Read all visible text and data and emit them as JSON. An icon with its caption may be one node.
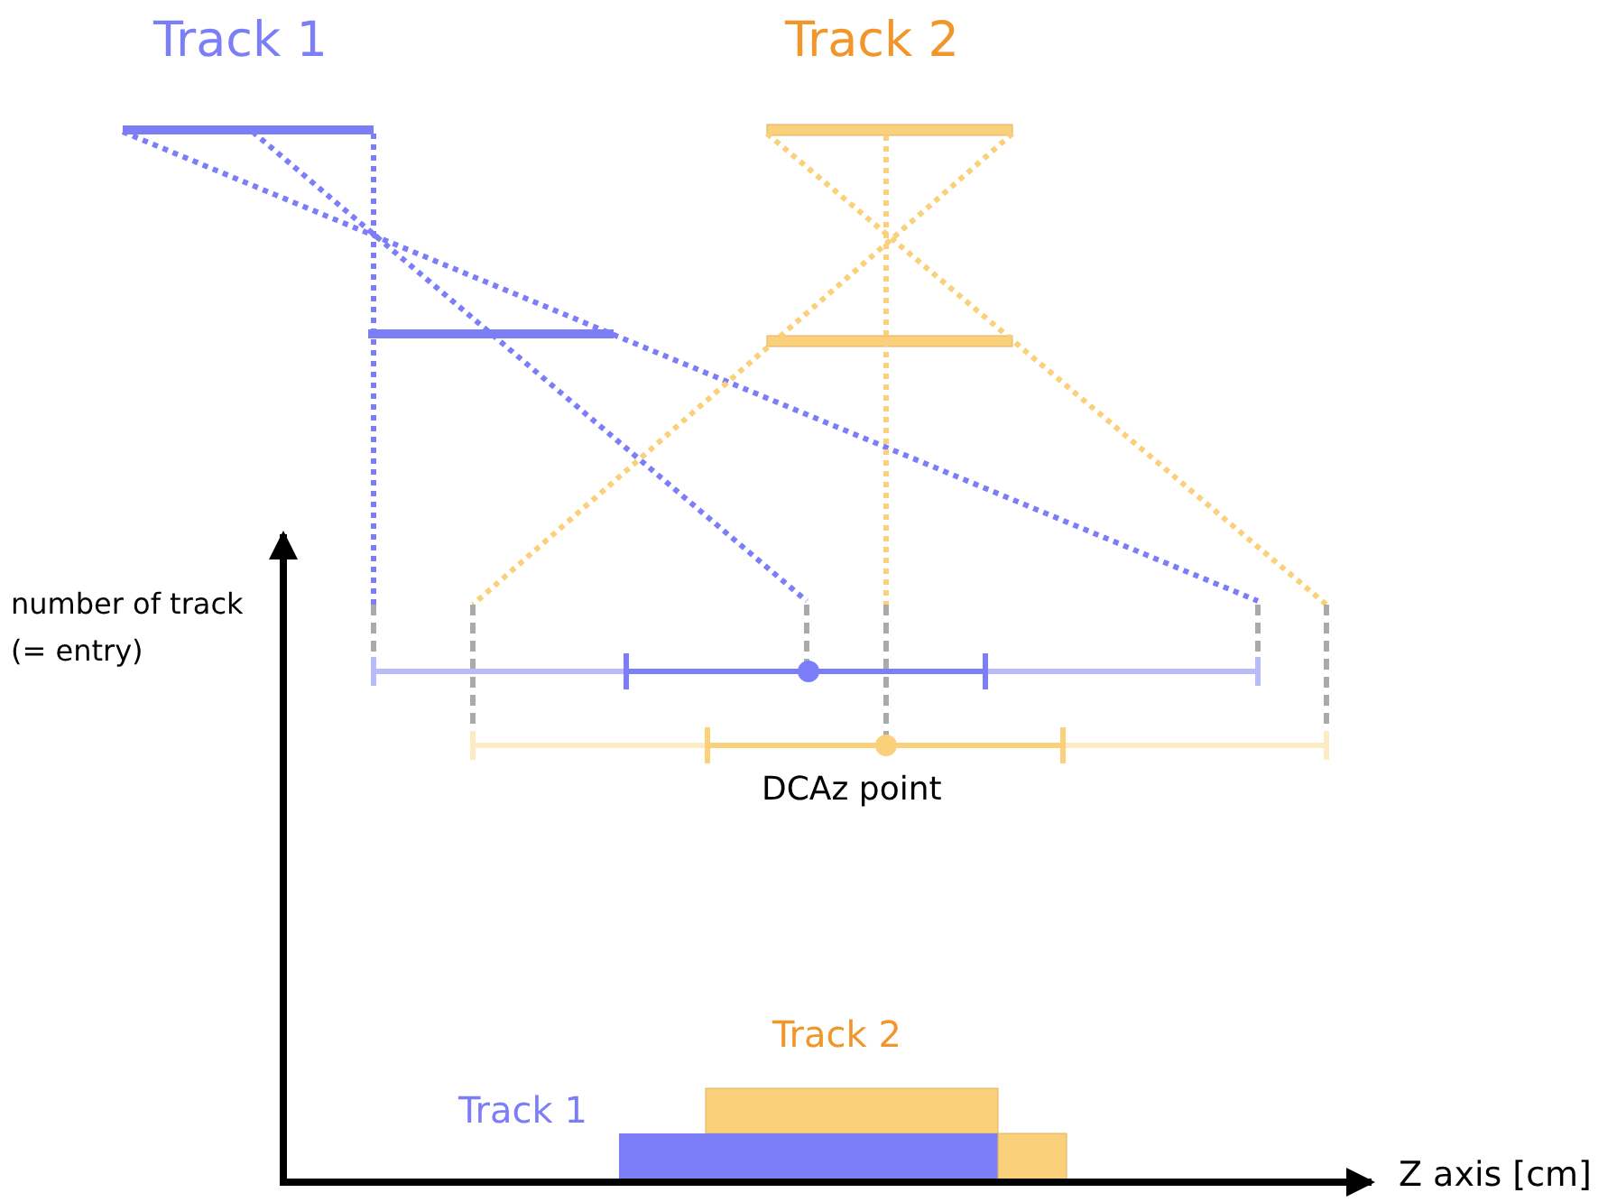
{
  "diagram": {
    "labels": [
      "Track 1",
      "Track 2",
      "number of track (= entry)",
      "DCAz point",
      "Track 2",
      "Track 1",
      "Z axis [cm]"
    ]
  }
}
